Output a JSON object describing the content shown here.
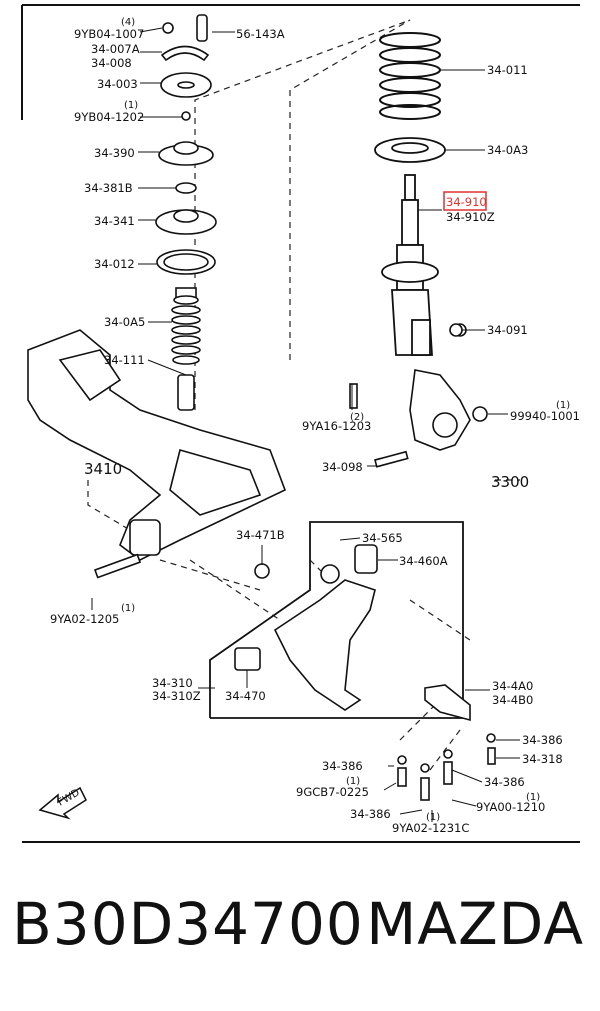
{
  "labels": {
    "qty_4": "(4)",
    "l_9YB04_1007": "9YB04-1007",
    "l_56_143A": "56-143A",
    "l_34_007A": "34-007A",
    "l_34_008": "34-008",
    "l_34_003": "34-003",
    "qty_1a": "(1)",
    "l_9YB04_1202": "9YB04-1202",
    "l_34_390": "34-390",
    "l_34_381B": "34-381B",
    "l_34_341": "34-341",
    "l_34_012": "34-012",
    "l_34_0A5": "34-0A5",
    "l_34_111": "34-111",
    "l_34_011": "34-011",
    "l_34_0A3": "34-0A3",
    "l_34_910": "34-910",
    "l_34_910Z": "34-910Z",
    "l_34_091": "34-091",
    "qty_1b": "(1)",
    "l_99940_1001": "99940-1001",
    "qty_2": "(2)",
    "l_9YA16_1203": "9YA16-1203",
    "l_34_098": "34-098",
    "l_3410": "3410",
    "l_3300": "3300",
    "l_34_471B": "34-471B",
    "l_34_565": "34-565",
    "l_34_460A": "34-460A",
    "qty_1c": "(1)",
    "l_9YA02_1205": "9YA02-1205",
    "l_34_310": "34-310",
    "l_34_310Z": "34-310Z",
    "l_34_470": "34-470",
    "l_34_4A0": "34-4A0",
    "l_34_4B0": "34-4B0",
    "l_34_386a": "34-386",
    "l_34_318": "34-318",
    "l_34_386b": "34-386",
    "qty_1d": "(1)",
    "l_9GCB7_0225": "9GCB7-0225",
    "l_34_386c": "34-386",
    "l_34_386d": "34-386",
    "qty_1e": "(1)",
    "l_9YA00_1210": "9YA00-1210",
    "qty_1f": "(1)",
    "l_9YA02_1231C": "9YA02-1231C",
    "fwd": "FWD"
  },
  "highlight": {
    "part": "34-910",
    "color": "#e03030"
  },
  "footer": {
    "part_number": "B30D34700",
    "brand": "MAZDA"
  }
}
